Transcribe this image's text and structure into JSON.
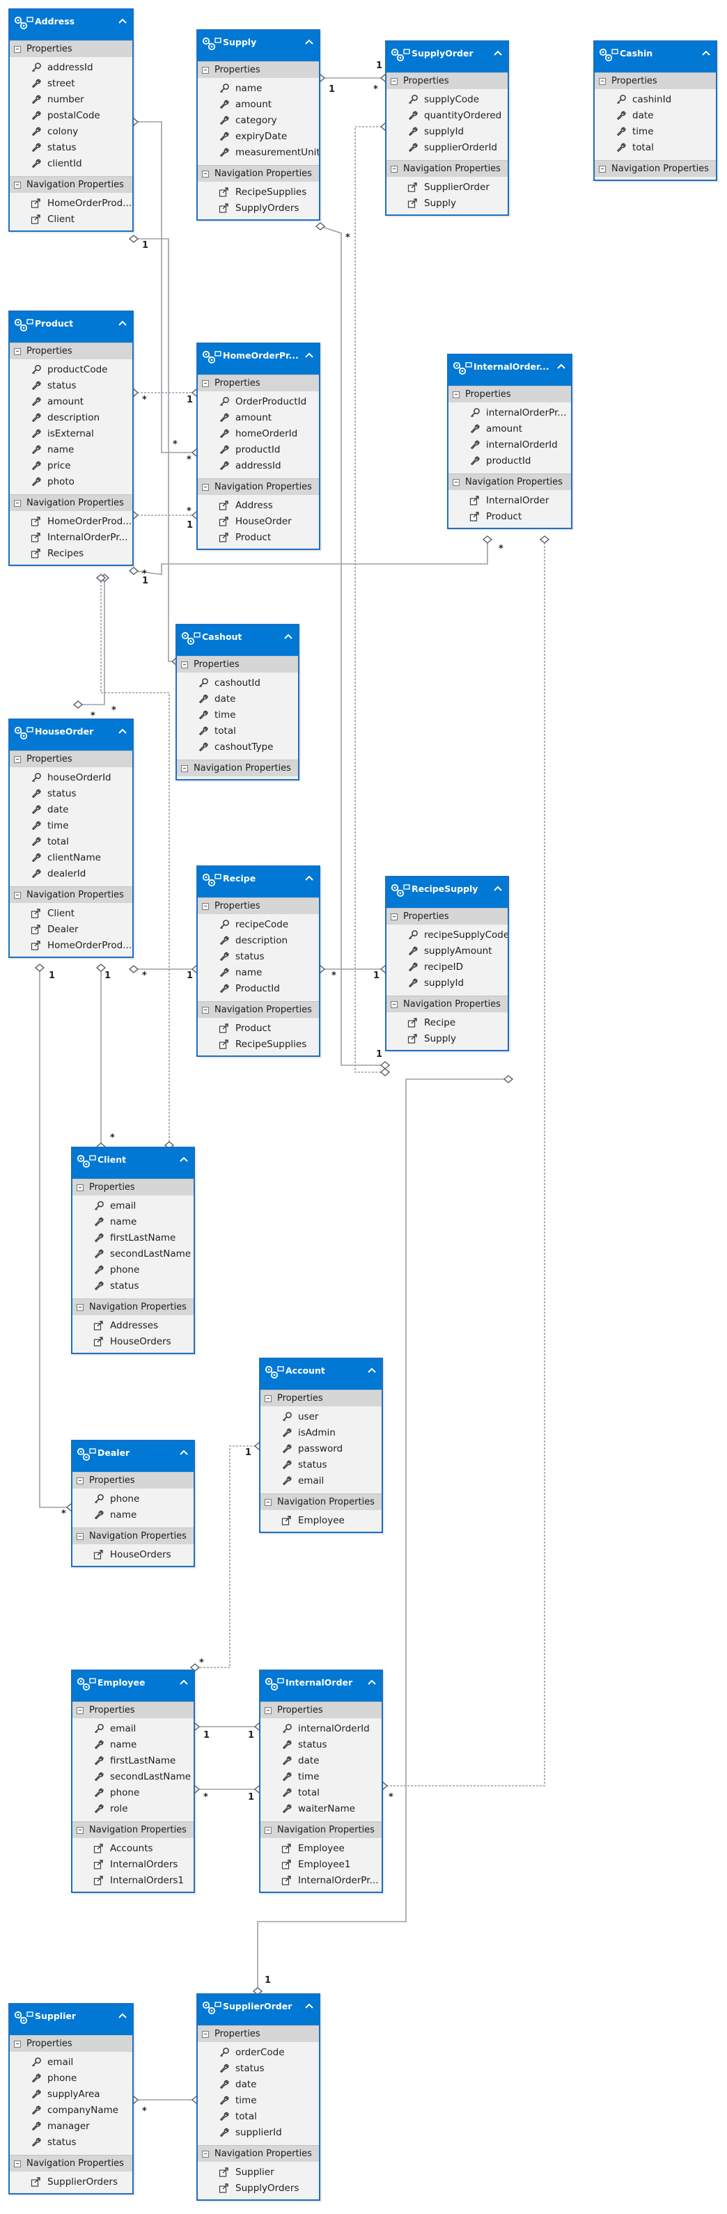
{
  "entities": [
    {
      "name": "Address",
      "properties": [
        "addressId",
        "street",
        "number",
        "postalCode",
        "colony",
        "status",
        "clientId"
      ],
      "navigation": [
        "HomeOrderProd...",
        "Client"
      ]
    },
    {
      "name": "Supply",
      "properties": [
        "name",
        "amount",
        "category",
        "expiryDate",
        "measurementUnit"
      ],
      "navigation": [
        "RecipeSupplies",
        "SupplyOrders"
      ]
    },
    {
      "name": "SupplyOrder",
      "properties": [
        "supplyCode",
        "quantityOrdered",
        "supplyId",
        "supplierOrderId"
      ],
      "navigation": [
        "SupplierOrder",
        "Supply"
      ]
    },
    {
      "name": "Cashin",
      "properties": [
        "cashinId",
        "date",
        "time",
        "total"
      ],
      "navigation": []
    },
    {
      "name": "Product",
      "properties": [
        "productCode",
        "status",
        "amount",
        "description",
        "isExternal",
        "name",
        "price",
        "photo"
      ],
      "navigation": [
        "HomeOrderProd...",
        "InternalOrderPr...",
        "Recipes"
      ]
    },
    {
      "name": "HomeOrderPr...",
      "properties": [
        "OrderProductId",
        "amount",
        "homeOrderId",
        "productId",
        "addressId"
      ],
      "navigation": [
        "Address",
        "HouseOrder",
        "Product"
      ]
    },
    {
      "name": "InternalOrder...",
      "properties": [
        "internalOrderPr...",
        "amount",
        "internalOrderId",
        "productId"
      ],
      "navigation": [
        "InternalOrder",
        "Product"
      ]
    },
    {
      "name": "Cashout",
      "properties": [
        "cashoutId",
        "date",
        "time",
        "total",
        "cashoutType"
      ],
      "navigation": []
    },
    {
      "name": "HouseOrder",
      "properties": [
        "houseOrderId",
        "status",
        "date",
        "time",
        "total",
        "clientName",
        "dealerId"
      ],
      "navigation": [
        "Client",
        "Dealer",
        "HomeOrderProd..."
      ]
    },
    {
      "name": "Recipe",
      "properties": [
        "recipeCode",
        "description",
        "status",
        "name",
        "ProductId"
      ],
      "navigation": [
        "Product",
        "RecipeSupplies"
      ]
    },
    {
      "name": "RecipeSupply",
      "properties": [
        "recipeSupplyCode",
        "supplyAmount",
        "recipeID",
        "supplyId"
      ],
      "navigation": [
        "Recipe",
        "Supply"
      ]
    },
    {
      "name": "Client",
      "properties": [
        "email",
        "name",
        "firstLastName",
        "secondLastName",
        "phone",
        "status"
      ],
      "navigation": [
        "Addresses",
        "HouseOrders"
      ]
    },
    {
      "name": "Account",
      "properties": [
        "user",
        "isAdmin",
        "password",
        "status",
        "email"
      ],
      "navigation": [
        "Employee"
      ]
    },
    {
      "name": "Dealer",
      "properties": [
        "phone",
        "name"
      ],
      "navigation": [
        "HouseOrders"
      ]
    },
    {
      "name": "Employee",
      "properties": [
        "email",
        "name",
        "firstLastName",
        "secondLastName",
        "phone",
        "role"
      ],
      "navigation": [
        "Accounts",
        "InternalOrders",
        "InternalOrders1"
      ]
    },
    {
      "name": "InternalOrder",
      "properties": [
        "internalOrderId",
        "status",
        "date",
        "time",
        "total",
        "waiterName"
      ],
      "navigation": [
        "Employee",
        "Employee1",
        "InternalOrderPr..."
      ]
    },
    {
      "name": "Supplier",
      "properties": [
        "email",
        "phone",
        "supplyArea",
        "companyName",
        "manager",
        "status"
      ],
      "navigation": [
        "SupplierOrders"
      ]
    },
    {
      "name": "SupplierOrder",
      "properties": [
        "orderCode",
        "status",
        "date",
        "time",
        "total",
        "supplierId"
      ],
      "navigation": [
        "Supplier",
        "SupplyOrders"
      ]
    }
  ],
  "labels": {
    "properties": "Properties",
    "navigation": "Navigation Properties"
  },
  "multiplicities": [
    "1",
    "*",
    "1",
    "*",
    "1",
    "*",
    "1",
    "*",
    "*",
    "1",
    "*",
    "1",
    "*",
    "*",
    "*",
    "1",
    "*",
    "1",
    "*",
    "*",
    "1",
    "1",
    "*",
    "1",
    "*",
    "1",
    "*",
    "1",
    "1",
    "*",
    "1",
    "*",
    "1",
    "*"
  ],
  "colors": {
    "header": "#0078d4",
    "border": "#1c6fc2",
    "section": "#d6d6d6",
    "body": "#f2f2f2",
    "connector": "#9aa0a6"
  },
  "icons": {
    "entity": "entity-icon",
    "collapse": "chevron-up-icon",
    "property": "key-property-icon",
    "scalar": "wrench-property-icon",
    "navigation": "navigation-property-icon"
  }
}
